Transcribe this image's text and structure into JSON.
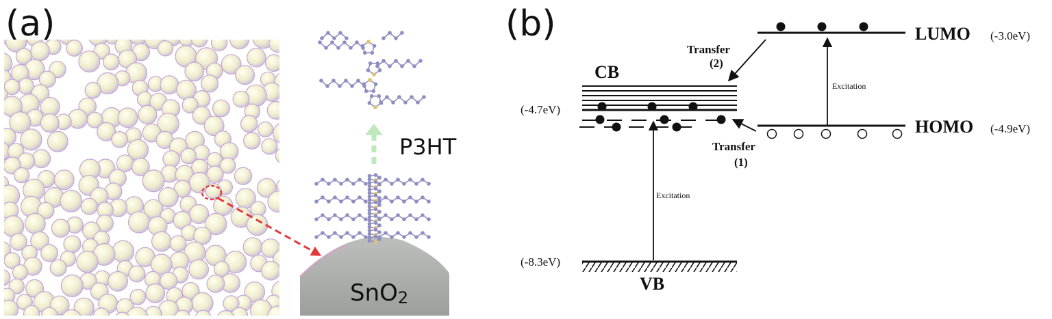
{
  "panel_a": {
    "label": "(a)",
    "molecule_label": "P3HT",
    "substrate_label": "SnO",
    "substrate_subscript": "2"
  },
  "panel_b": {
    "label": "(b)",
    "cb_label": "CB",
    "vb_label": "VB",
    "lumo_label": "LUMO",
    "lumo_energy": "(-3.0eV)",
    "homo_label": "HOMO",
    "homo_energy": "(-4.9eV)",
    "cb_energy": "(-4.7eV)",
    "vb_energy": "(-8.3eV)",
    "transfer2_line1": "Transfer",
    "transfer2_line2": "(2)",
    "transfer1_line1": "Transfer",
    "transfer1_line2": "(1)",
    "excitation_right": "Excitation",
    "excitation_center": "Excitation"
  },
  "colors": {
    "sphere_fill": "#f1efc8",
    "sphere_outline": "#c4a6d8",
    "substrate": "#a7aaa7",
    "p3ht_arrow": "#bfe8bf",
    "red_arrow": "#e03a3a",
    "atom": "#8f8ec2",
    "sulfur": "#e0c46b"
  }
}
